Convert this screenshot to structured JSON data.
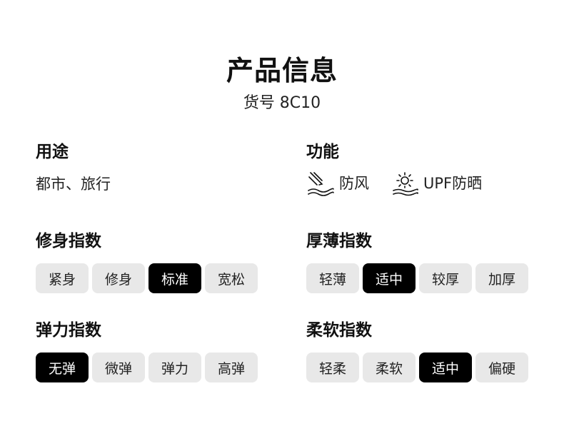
{
  "header": {
    "title": "产品信息",
    "sku": "货号 8C10"
  },
  "usage": {
    "heading": "用途",
    "value": "都市、旅行"
  },
  "function": {
    "heading": "功能",
    "items": [
      {
        "label": "防风",
        "icon": "wind-icon"
      },
      {
        "label": "UPF防晒",
        "icon": "sun-icon"
      }
    ]
  },
  "fit": {
    "heading": "修身指数",
    "options": [
      "紧身",
      "修身",
      "标准",
      "宽松"
    ],
    "selected": "标准"
  },
  "thickness": {
    "heading": "厚薄指数",
    "options": [
      "轻薄",
      "适中",
      "较厚",
      "加厚"
    ],
    "selected": "适中"
  },
  "elasticity": {
    "heading": "弹力指数",
    "options": [
      "无弹",
      "微弹",
      "弹力",
      "高弹"
    ],
    "selected": "无弹"
  },
  "softness": {
    "heading": "柔软指数",
    "options": [
      "轻柔",
      "柔软",
      "适中",
      "偏硬"
    ],
    "selected": "适中"
  },
  "colors": {
    "selected_bg": "#000000",
    "chip_bg": "#e8e8e8",
    "text": "#111111"
  }
}
